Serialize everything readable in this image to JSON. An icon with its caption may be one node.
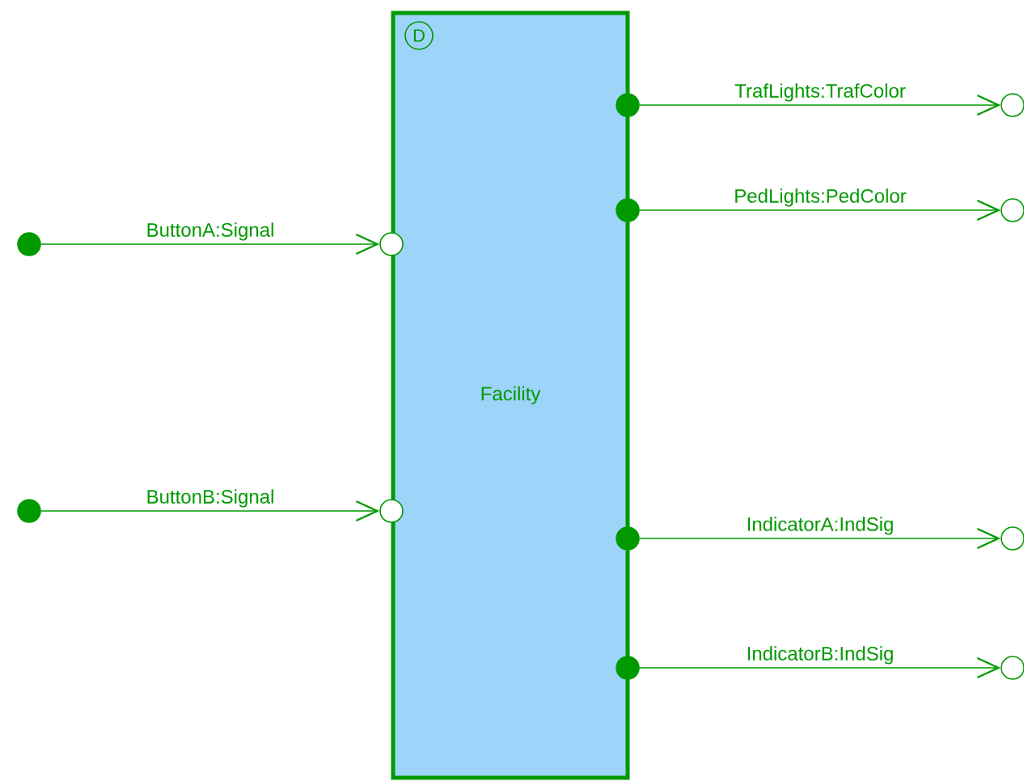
{
  "diagram": {
    "nodes": [
      {
        "text": [
          "Facility"
        ]
      },
      {
        "text": [],
        "shape": "dot"
      },
      {
        "text": [],
        "shape": "circle"
      },
      {
        "text": [],
        "shape": "dot"
      },
      {
        "text": [],
        "shape": "circle"
      },
      {
        "text": [],
        "shape": "dot"
      },
      {
        "text": [],
        "shape": "circle"
      },
      {
        "text": [],
        "shape": "dot"
      },
      {
        "text": [],
        "shape": "circle"
      },
      {
        "text": [],
        "shape": "dot"
      },
      {
        "text": [],
        "shape": "circle"
      },
      {
        "text": [],
        "shape": "dot"
      },
      {
        "text": [],
        "shape": "circle"
      }
    ],
    "edges": [
      {
        "from": 1,
        "to": 2,
        "arrow": "to",
        "label": "ButtonA:Signal"
      },
      {
        "from": 3,
        "to": 4,
        "arrow": "to",
        "label": "ButtonB:Signal"
      },
      {
        "from": 5,
        "to": 6,
        "arrow": "to",
        "label": "TrafLights:TrafColor"
      },
      {
        "from": 7,
        "to": 8,
        "arrow": "to",
        "label": "PedLights:PedColor"
      },
      {
        "from": 9,
        "to": 10,
        "arrow": "to",
        "label": "IndicatorA:IndSig"
      },
      {
        "from": 11,
        "to": 12,
        "arrow": "to",
        "label": "IndicatorB:IndSig"
      }
    ],
    "labels": [
      "D"
    ]
  }
}
